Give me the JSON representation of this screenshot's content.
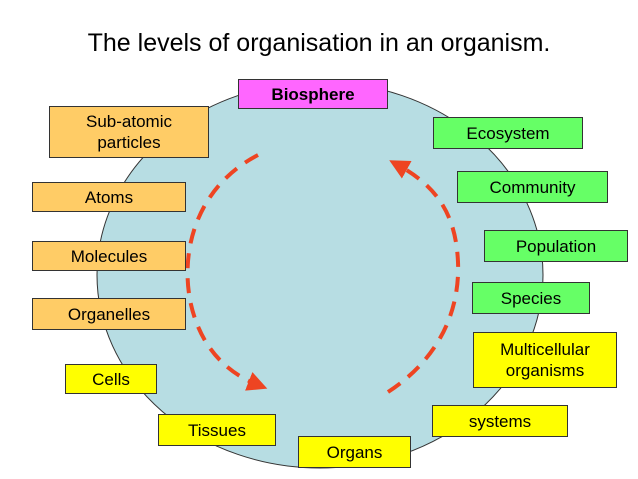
{
  "title": "The levels of organisation in an organism.",
  "colors": {
    "circle_fill": "#b7dde3",
    "circle_stroke": "#333333",
    "arrow": "#ee4422",
    "atomic_levels": "#ffcc66",
    "ecological_levels": "#66ff66",
    "organism_levels": "#ffff00",
    "top_level": "#ff66ff"
  },
  "levels": {
    "biosphere": "Biosphere",
    "sub_atomic": "Sub-atomic\nparticles",
    "atoms": "Atoms",
    "molecules": "Molecules",
    "organelles": "Organelles",
    "cells": "Cells",
    "tissues": "Tissues",
    "organs": "Organs",
    "systems": "systems",
    "multicellular": "Multicellular\norganisms",
    "species": "Species",
    "population": "Population",
    "community": "Community",
    "ecosystem": "Ecosystem"
  },
  "arrows": {
    "left": "arrow pointing downward",
    "right": "arrow pointing upward"
  }
}
